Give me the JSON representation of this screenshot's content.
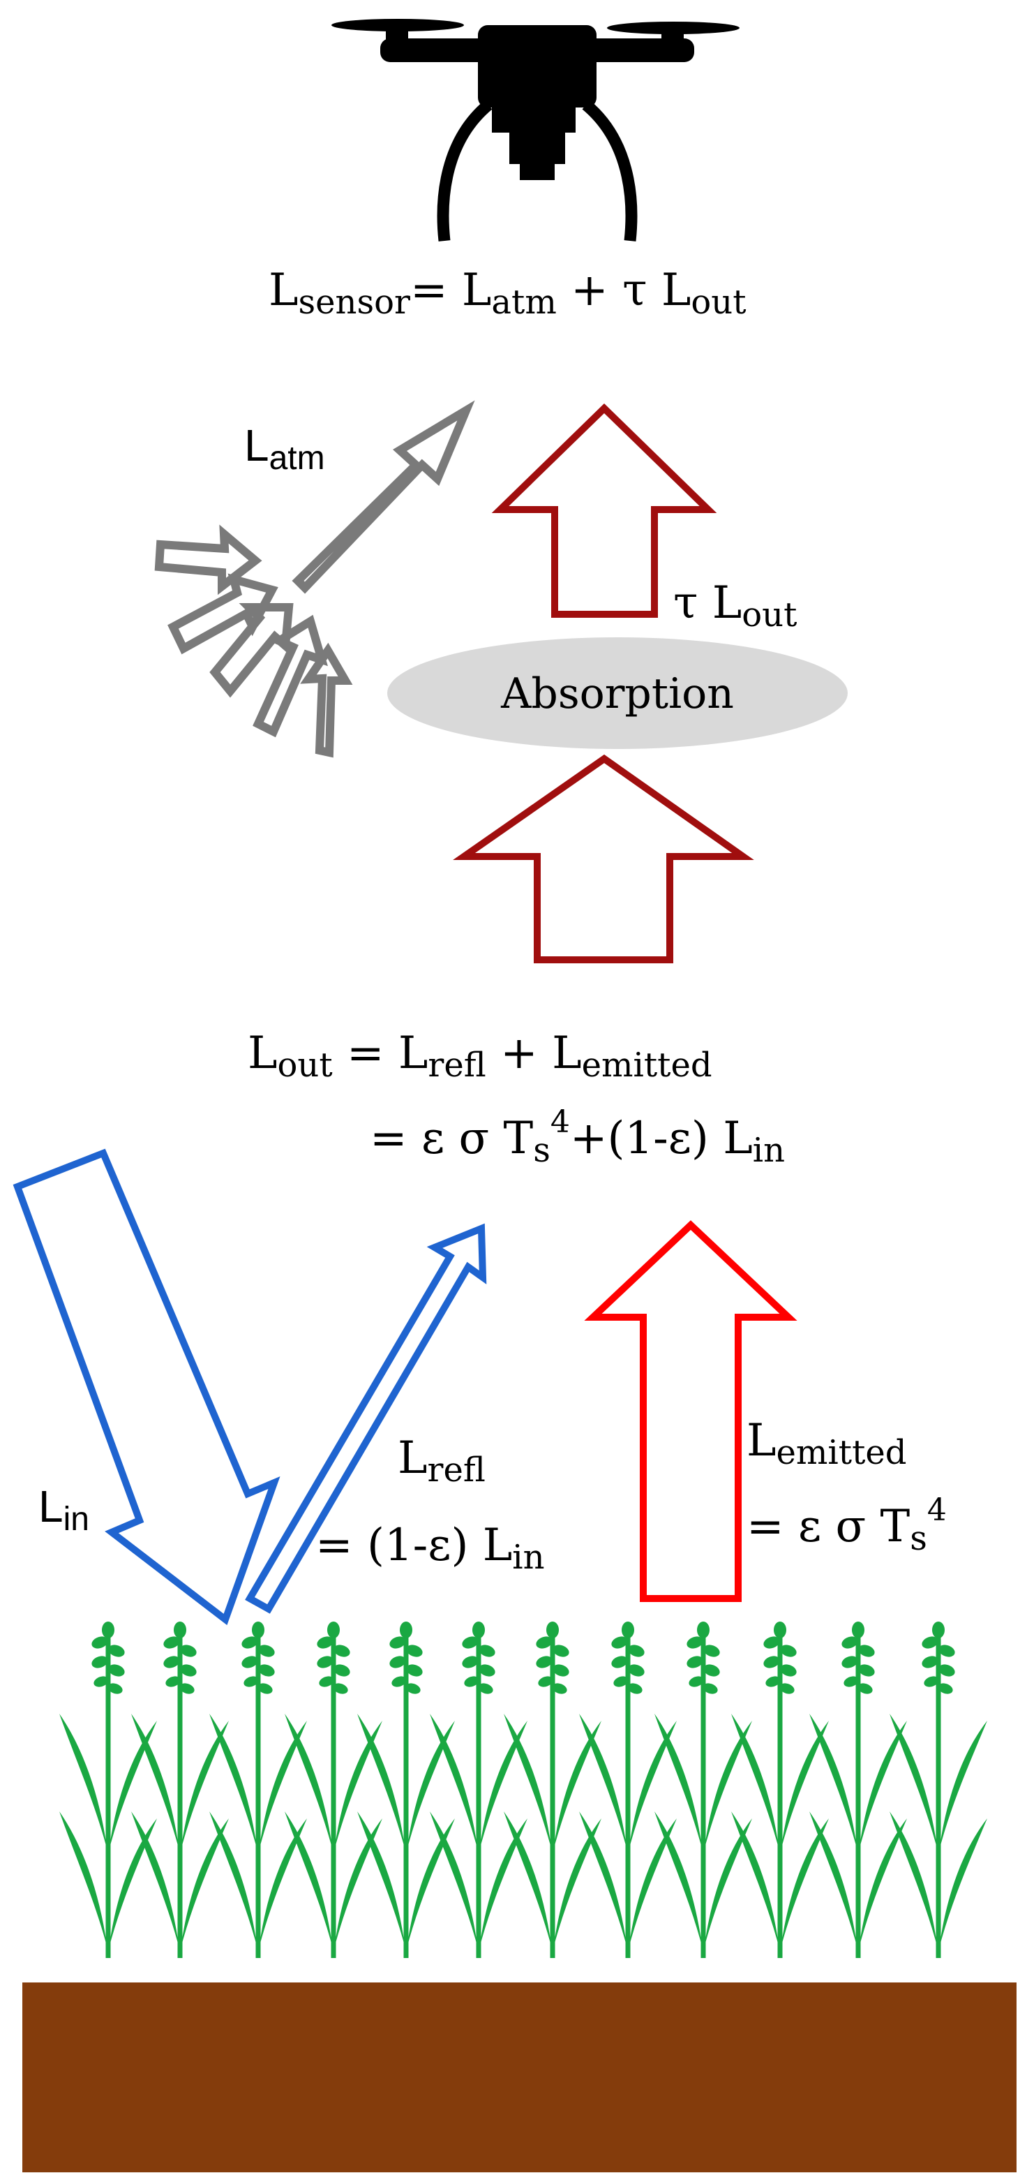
{
  "colors": {
    "background": "#ffffff",
    "drone": "#000000",
    "atmosphere_arrow": "#7a7a7a",
    "outgoing_arrow": "#a00e0e",
    "absorption_fill": "#d9d9d9",
    "incoming_arrow": "#1f64d0",
    "emitted_arrow": "#ff0000",
    "plants": "#1aa842",
    "soil": "#843c0c"
  },
  "icons": {
    "drone": "drone-icon",
    "plant": "plant-icon"
  },
  "labels": {
    "sensor_eq": {
      "l1": "L",
      "s1": "sensor",
      "m1": "= L",
      "s2": "atm",
      "m2": " + τ L",
      "s3": "out"
    },
    "atm": {
      "base": "L",
      "sub": "atm"
    },
    "tau_lout": {
      "base": "τ L",
      "sub": "out"
    },
    "absorption": "Absorption",
    "lout_eq": {
      "l1": "L",
      "s1": "out",
      "m1": " = L",
      "s2": "refl",
      "m2": " + L",
      "s3": "emitted"
    },
    "lout_eq2": {
      "m1": "= ε σ T",
      "s1": "s",
      "p1": "4",
      "m2": "+(1-ε) L",
      "s2": "in"
    },
    "lin": {
      "base": "L",
      "sub": "in"
    },
    "lrefl": {
      "base": "L",
      "sub": "refl"
    },
    "lrefl_eq": {
      "m1": "= (1-ε) L",
      "s1": "in"
    },
    "lemitted": {
      "base": "L",
      "sub": "emitted"
    },
    "lemitted_eq": {
      "m1": "= ε σ T",
      "s1": "s",
      "p1": "4"
    }
  }
}
